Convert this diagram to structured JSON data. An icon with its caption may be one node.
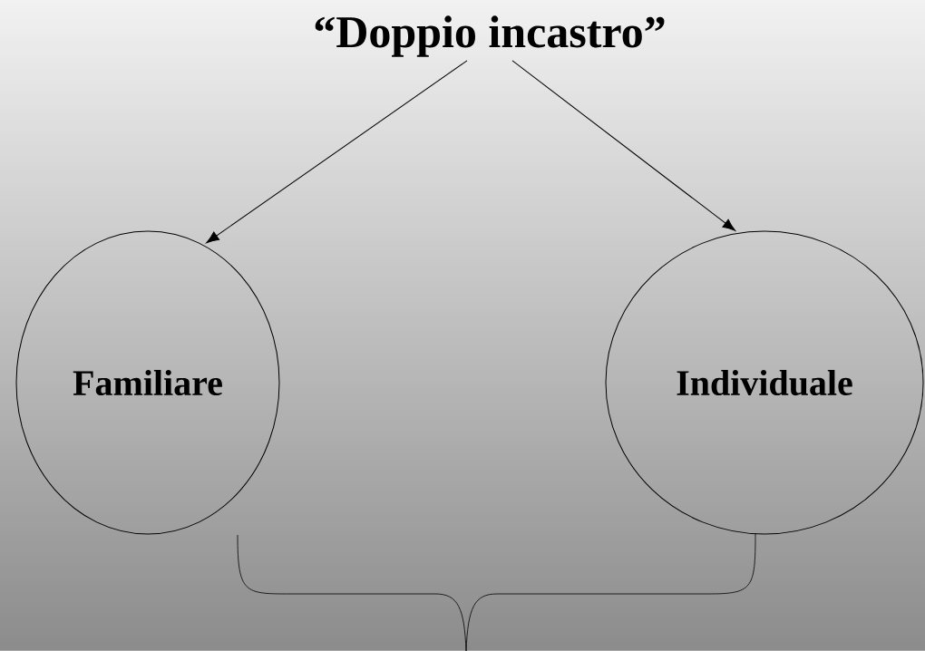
{
  "diagram": {
    "nodes": [
      {
        "text": [
          "“Doppio incastro”"
        ]
      },
      {
        "text": [
          "Familiare"
        ]
      },
      {
        "text": [
          "Individuale"
        ]
      }
    ],
    "edges": [
      {
        "from": 0,
        "to": 1,
        "arrow": "to"
      },
      {
        "from": 0,
        "to": 2,
        "arrow": "to"
      }
    ]
  }
}
